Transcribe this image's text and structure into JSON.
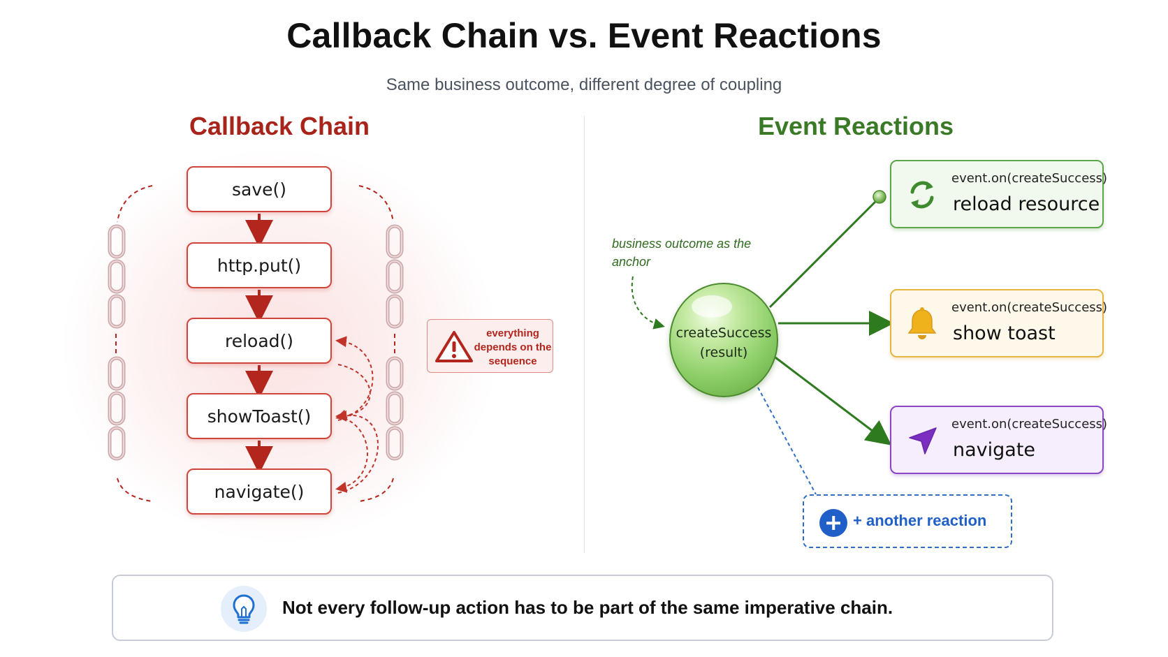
{
  "header": {
    "title": "Callback Chain vs. Event Reactions",
    "subtitle": "Same business outcome, different degree of coupling"
  },
  "callback_chain": {
    "title": "Callback Chain",
    "steps": [
      "save()",
      "http.put()",
      "reload()",
      "showToast()",
      "navigate()"
    ],
    "warning": "everything depends on the sequence",
    "colors": {
      "accent": "#d0453a",
      "title": "#a8241a"
    }
  },
  "event_reactions": {
    "title": "Event Reactions",
    "anchor_note": "business outcome as the anchor",
    "event_node": "createSuccess (result)",
    "reactions": [
      {
        "event": "event.on(createSuccess)",
        "label": "reload resource",
        "icon": "refresh-icon",
        "color": "#3f8a2e"
      },
      {
        "event": "event.on(createSuccess)",
        "label": "show toast",
        "icon": "bell-icon",
        "color": "#f0b21c"
      },
      {
        "event": "event.on(createSuccess)",
        "label": "navigate",
        "icon": "navigation-arrow-icon",
        "color": "#7a2fc0"
      }
    ],
    "extra_reaction": "+ another reaction",
    "colors": {
      "accent": "#3a7a26",
      "link": "#2e7a1f",
      "extra": "#1f5fc7"
    }
  },
  "insight": {
    "text": "Not every follow-up action has to be part of the same imperative chain.",
    "icon": "lightbulb-icon"
  }
}
